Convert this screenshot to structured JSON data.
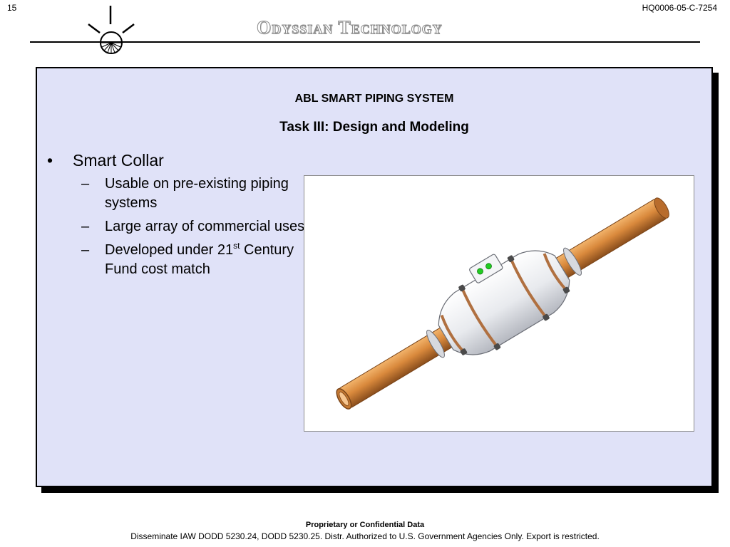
{
  "header": {
    "page_number": "15",
    "document_id": "HQ0006-05-C-7254",
    "company": "Odyssian Technology"
  },
  "slide": {
    "title": "ABL SMART PIPING SYSTEM",
    "subtitle": "Task III: Design and Modeling",
    "bullet": {
      "marker": "•",
      "label": "Smart Collar"
    },
    "sub_bullets": {
      "dash": "–",
      "item1": "Usable on pre-existing piping systems",
      "item2": "Large array of commercial uses",
      "item3_pre": "Developed under 21",
      "item3_sup": "st",
      "item3_post": " Century Fund cost match"
    }
  },
  "figure": {
    "colors": {
      "pipe": "#d9893c",
      "pipe_dark": "#8a4e1c",
      "collar": "#eef0f4",
      "band": "#b07040",
      "led": "#22cc22"
    }
  },
  "footer": {
    "title": "Proprietary or Confidential Data",
    "text": "Disseminate IAW DODD 5230.24, DODD 5230.25.  Distr. Authorized to U.S. Government Agencies Only. Export is restricted."
  }
}
